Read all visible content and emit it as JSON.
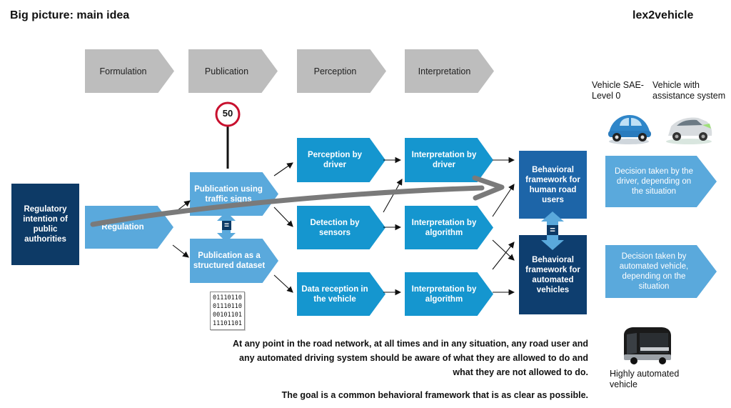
{
  "header": {
    "title": "Big picture: main idea",
    "brand": "lex2vehicle"
  },
  "stages": [
    "Formulation",
    "Publication",
    "Perception",
    "Interpretation"
  ],
  "nodes": {
    "regulatory": "Regulatory intention of public authorities",
    "regulation": "Regulation",
    "pub_signs": "Publication using traffic signs",
    "pub_dataset": "Publication as a structured dataset",
    "equals": "=",
    "perc_driver": "Perception by driver",
    "detect_sensors": "Detection by sensors",
    "data_reception": "Data reception in the vehicle",
    "interp_driver": "Interpretation by driver",
    "interp_algo_1": "Interpretation by algorithm",
    "interp_algo_2": "Interpretation by algorithm",
    "framework_human": "Behavioral framework for human road users",
    "framework_auto": "Behavioral framework for automated vehicles",
    "decision_driver": "Decision taken by the driver, depending on the situation",
    "decision_auto": "Decision taken by automated vehicle, depending on the situation"
  },
  "sign": {
    "speed": "50"
  },
  "binary_lines": [
    "01110110",
    "01110110",
    "00101101",
    "11101101"
  ],
  "vehicles": {
    "sae0": "Vehicle SAE-Level 0",
    "assist": "Vehicle with assistance system",
    "highly": "Highly automated vehicle"
  },
  "bottom": {
    "line1": "At any point in the road network, at all times and in any situation, any road user and",
    "line2": "any automated driving system should be aware of what they are allowed to do and",
    "line3": "what they are not allowed to do.",
    "goal": "The goal is a common behavioral framework that is as clear as possible."
  },
  "colors": {
    "navy": "#0d3a66",
    "blue_dark": "#1d65a8",
    "blue_mid": "#1596cf",
    "blue_light": "#5aa9dc",
    "gray": "#bdbdbd",
    "sign_red": "#c8102e",
    "big_arrow": "#7a7a7a"
  }
}
